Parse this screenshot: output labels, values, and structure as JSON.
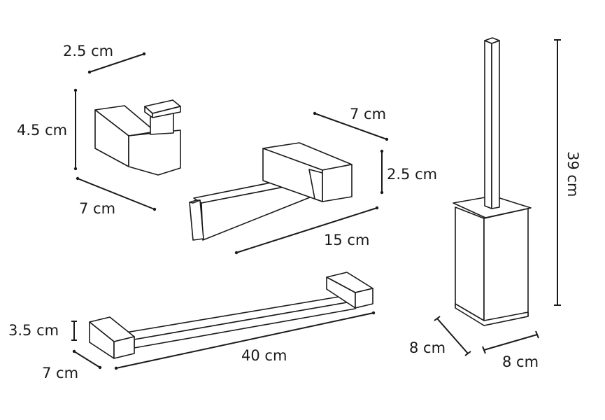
{
  "products": {
    "hook": {
      "width_label": "2.5 cm",
      "height_label": "4.5 cm",
      "depth_label": "7 cm"
    },
    "paper_holder": {
      "depth_label": "7 cm",
      "height_label": "2.5 cm",
      "length_label": "15 cm"
    },
    "towel_bar": {
      "height_label": "3.5 cm",
      "depth_label": "7 cm",
      "length_label": "40 cm"
    },
    "toilet_brush": {
      "height_label": "39 cm",
      "depth_label": "8 cm",
      "width_label": "8 cm"
    }
  }
}
